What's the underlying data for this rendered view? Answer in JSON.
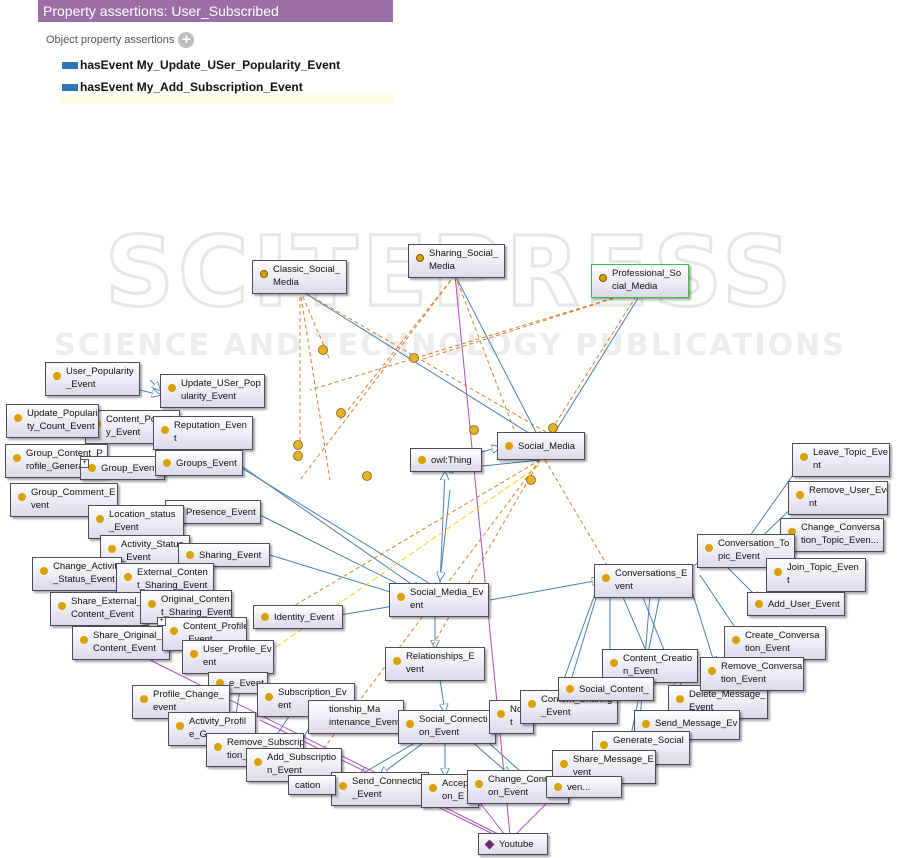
{
  "panel": {
    "title": "Property assertions: User_Subscribed",
    "section": "Object property assertions",
    "add_icon": "+",
    "assertions": [
      {
        "property": "hasEvent",
        "value": "My_Update_USer_Popularity_Event"
      },
      {
        "property": "hasEvent",
        "value": "My_Add_Subscription_Event"
      }
    ]
  },
  "watermark": {
    "line1": "SCITEPRESS",
    "line2": "SCIENCE AND TECHNOLOGY PUBLICATIONS"
  },
  "colors": {
    "panel_header": "#9b6ea8",
    "subclass_edge": "#4a7fb5",
    "individual_edge": "#b04cc8",
    "equivalent_edge": "#e07b28",
    "node_dot": "#d9a200"
  },
  "nodes": [
    {
      "id": "classic",
      "label": "Classic_Social_\nMedia"
    },
    {
      "id": "sharing_sm",
      "label": "Sharing_Social_\nMedia"
    },
    {
      "id": "professional",
      "label": "Professional_So\ncial_Media"
    },
    {
      "id": "social_media",
      "label": "Social_Media"
    },
    {
      "id": "owl_thing",
      "label": "owl:Thing"
    },
    {
      "id": "user_pop",
      "label": "User_Popularity\n_Event"
    },
    {
      "id": "update_pop",
      "label": "Update_USer_Pop\nularity_Event"
    },
    {
      "id": "content_pop",
      "label": "Content_Popu\ny_Event"
    },
    {
      "id": "update_pop_count",
      "label": "Update_Populari\nty_Count_Event"
    },
    {
      "id": "reputation",
      "label": "Reputation_Even\nt"
    },
    {
      "id": "group_content_profile",
      "label": "Group_Content_P\nrofile_Generatio"
    },
    {
      "id": "group_event",
      "label": "Group_Event"
    },
    {
      "id": "groups_event",
      "label": "Groups_Event"
    },
    {
      "id": "group_comment",
      "label": "Group_Comment_E\nvent"
    },
    {
      "id": "presence",
      "label": "Presence_Event"
    },
    {
      "id": "location_status",
      "label": "Location_status\n_Event"
    },
    {
      "id": "activity_status",
      "label": "Activity_Status\n_Event"
    },
    {
      "id": "sharing_event",
      "label": "Sharing_Event"
    },
    {
      "id": "change_activity",
      "label": "Change_Activity\n_Status_Event"
    },
    {
      "id": "external_content",
      "label": "External_Conten\nt_Sharing_Event"
    },
    {
      "id": "share_external",
      "label": "Share_External_\nContent_Event"
    },
    {
      "id": "original_content",
      "label": "Original_Conten\nt_Sharing_Event"
    },
    {
      "id": "share_original",
      "label": "Share_Original_\nContent_Event"
    },
    {
      "id": "content_profile",
      "label": "Content_Profile\n_Event"
    },
    {
      "id": "identity",
      "label": "Identity_Event"
    },
    {
      "id": "user_profile",
      "label": "User_Profile_Ev\nent"
    },
    {
      "id": "e_event",
      "label": "e_Event"
    },
    {
      "id": "profile_change",
      "label": "Profile_Change_\nevent"
    },
    {
      "id": "subscription",
      "label": "Subscription_Ev\nent"
    },
    {
      "id": "activity_profile",
      "label": "Activity_Profil\ne_G"
    },
    {
      "id": "remove_subscription",
      "label": "Remove_Subscrip\ntion_"
    },
    {
      "id": "add_subscription",
      "label": "Add_Subscriptio\nn_Event"
    },
    {
      "id": "social_media_event",
      "label": "Social_Media_Ev\nent"
    },
    {
      "id": "relationships",
      "label": "Relationships_E\nvent"
    },
    {
      "id": "rel_maintenance",
      "label": "tionship_Ma\nintenance_Event"
    },
    {
      "id": "social_connection",
      "label": "Social_Connecti\non_Event"
    },
    {
      "id": "send_connection",
      "label": "Send_Connection\n_Event"
    },
    {
      "id": "cation",
      "label": "cation"
    },
    {
      "id": "accept",
      "label": "Accep\non_E"
    },
    {
      "id": "change_connection",
      "label": "Change_Connecti\non_Event"
    },
    {
      "id": "youtube",
      "label": "Youtube"
    },
    {
      "id": "not",
      "label": "Not\nt"
    },
    {
      "id": "content_sharing",
      "label": "Content_Sharing\n_Event"
    },
    {
      "id": "conversations",
      "label": "Conversations_E\nvent"
    },
    {
      "id": "content_creation",
      "label": "Content_Creatio\nn_Event"
    },
    {
      "id": "social_content",
      "label": "Social_Content_"
    },
    {
      "id": "delete_message",
      "label": "Delete_Message_\nEvent"
    },
    {
      "id": "send_message",
      "label": "Send_Message_Ev"
    },
    {
      "id": "generate_social",
      "label": "Generate_Social\n      nt"
    },
    {
      "id": "share_message",
      "label": "Share_Message_E\nvent"
    },
    {
      "id": "even",
      "label": "ven..."
    },
    {
      "id": "leave_topic",
      "label": "Leave_Topic_Eve\nnt"
    },
    {
      "id": "remove_user",
      "label": "Remove_User_Eve\nnt"
    },
    {
      "id": "change_conv_topic",
      "label": "Change_Conversa\ntion_Topic_Even..."
    },
    {
      "id": "conversation_topic",
      "label": "Conversation_To\npic_Event"
    },
    {
      "id": "join_topic",
      "label": "Join_Topic_Even\nt"
    },
    {
      "id": "add_user",
      "label": "Add_User_Event"
    },
    {
      "id": "create_conv",
      "label": "Create_Conversa\ntion_Event"
    },
    {
      "id": "remove_conv",
      "label": "Remove_Conversa\ntion_Event"
    }
  ]
}
